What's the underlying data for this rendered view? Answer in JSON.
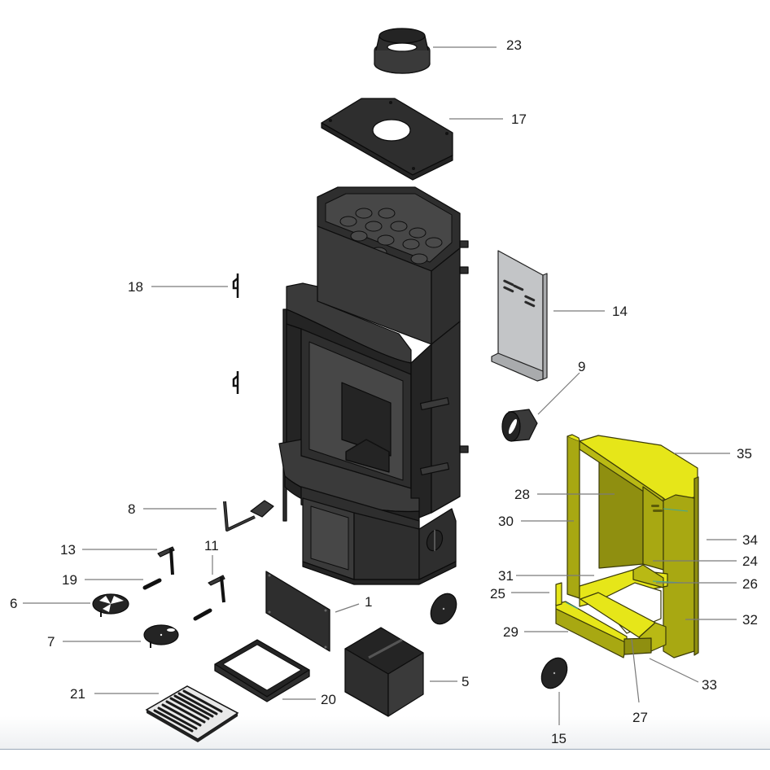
{
  "diagram": {
    "title": "Exploded parts diagram - corner stove",
    "colors": {
      "body": "#2e2e2e",
      "firebrick_lining": "#e6e619",
      "deflector_plate": "#c3c5c7",
      "leader_line": "#7a7a7a",
      "label_text": "#1a1a1a"
    },
    "callouts": {
      "c1": "1",
      "c5": "5",
      "c6": "6",
      "c7": "7",
      "c8": "8",
      "c9": "9",
      "c11": "11",
      "c13": "13",
      "c14": "14",
      "c15": "15",
      "c17": "17",
      "c18": "18",
      "c19": "19",
      "c20": "20",
      "c21": "21",
      "c23": "23",
      "c24": "24",
      "c25": "25",
      "c26": "26",
      "c27": "27",
      "c28": "28",
      "c29": "29",
      "c30": "30",
      "c31": "31",
      "c32": "32",
      "c33": "33",
      "c34": "34",
      "c35": "35"
    },
    "parts": [
      {
        "id": "23",
        "depicts": "flue collar ring"
      },
      {
        "id": "17",
        "depicts": "top cover plate with flue opening"
      },
      {
        "id": "14",
        "depicts": "grey baffle / deflector plate"
      },
      {
        "id": "9",
        "depicts": "air inlet spigot"
      },
      {
        "id": "18",
        "depicts": "door hinge pins"
      },
      {
        "id": "8",
        "depicts": "cold-hand operating tool"
      },
      {
        "id": "13",
        "depicts": "door handle"
      },
      {
        "id": "11",
        "depicts": "door handle"
      },
      {
        "id": "19",
        "depicts": "handle pin"
      },
      {
        "id": "6",
        "depicts": "air regulator disc"
      },
      {
        "id": "7",
        "depicts": "air regulator cover"
      },
      {
        "id": "1",
        "depicts": "ash door panel"
      },
      {
        "id": "20",
        "depicts": "grate frame"
      },
      {
        "id": "21",
        "depicts": "grate"
      },
      {
        "id": "5",
        "depicts": "ash pan"
      },
      {
        "id": "15",
        "depicts": "cover disc"
      },
      {
        "id": "24-35",
        "depicts": "firebrick lining set"
      }
    ]
  }
}
